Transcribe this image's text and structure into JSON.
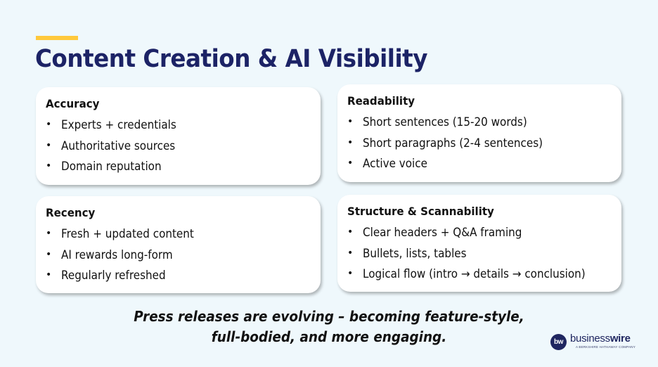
{
  "slide": {
    "title": "Content Creation & AI Visibility",
    "accent_color": "#ffc93c",
    "title_color": "#1c2366",
    "background_color": "#eff8fc"
  },
  "cards": [
    {
      "id": "accuracy",
      "heading": "Accuracy",
      "items": [
        "Experts + credentials",
        "Authoritative sources",
        "Domain reputation"
      ]
    },
    {
      "id": "readability",
      "heading": "Readability",
      "items": [
        "Short sentences (15-20 words)",
        "Short paragraphs (2-4 sentences)",
        "Active voice"
      ]
    },
    {
      "id": "recency",
      "heading": "Recency",
      "items": [
        "Fresh + updated content",
        "AI rewards long-form",
        "Regularly refreshed"
      ]
    },
    {
      "id": "structure",
      "heading": "Structure & Scannability",
      "items": [
        "Clear headers + Q&A framing",
        "Bullets, lists, tables",
        "Logical flow (intro → details → conclusion)"
      ]
    }
  ],
  "bullet_glyph": "•",
  "tagline": {
    "line1": "Press releases are evolving – becoming feature-style,",
    "line2": "full-bodied, and more engaging."
  },
  "logo": {
    "mark": "bw",
    "word_light": "business",
    "word_bold": "wire",
    "subtitle": "A BERKSHIRE HATHAWAY COMPANY"
  }
}
